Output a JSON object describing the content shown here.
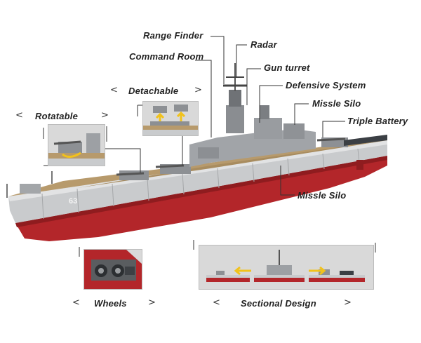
{
  "labels": {
    "range_finder": "Range Finder",
    "radar": "Radar",
    "command_room": "Command Room",
    "gun_turret": "Gun turret",
    "detachable": "Detachable",
    "defensive_system": "Defensive System",
    "missle_silo_top": "Missle Silo",
    "rotatable": "Rotatable",
    "triple_battery": "Triple Battery",
    "missle_silo_bottom": "Missle Silo",
    "wheels": "Wheels",
    "sectional_design": "Sectional Design"
  },
  "hull_number": "63",
  "colors": {
    "hull_red": "#b3262a",
    "hull_grey": "#c9cbcd",
    "deck_tan": "#b79a6c",
    "superstructure": "#9a9da0",
    "accent_yellow": "#f1c21b"
  }
}
